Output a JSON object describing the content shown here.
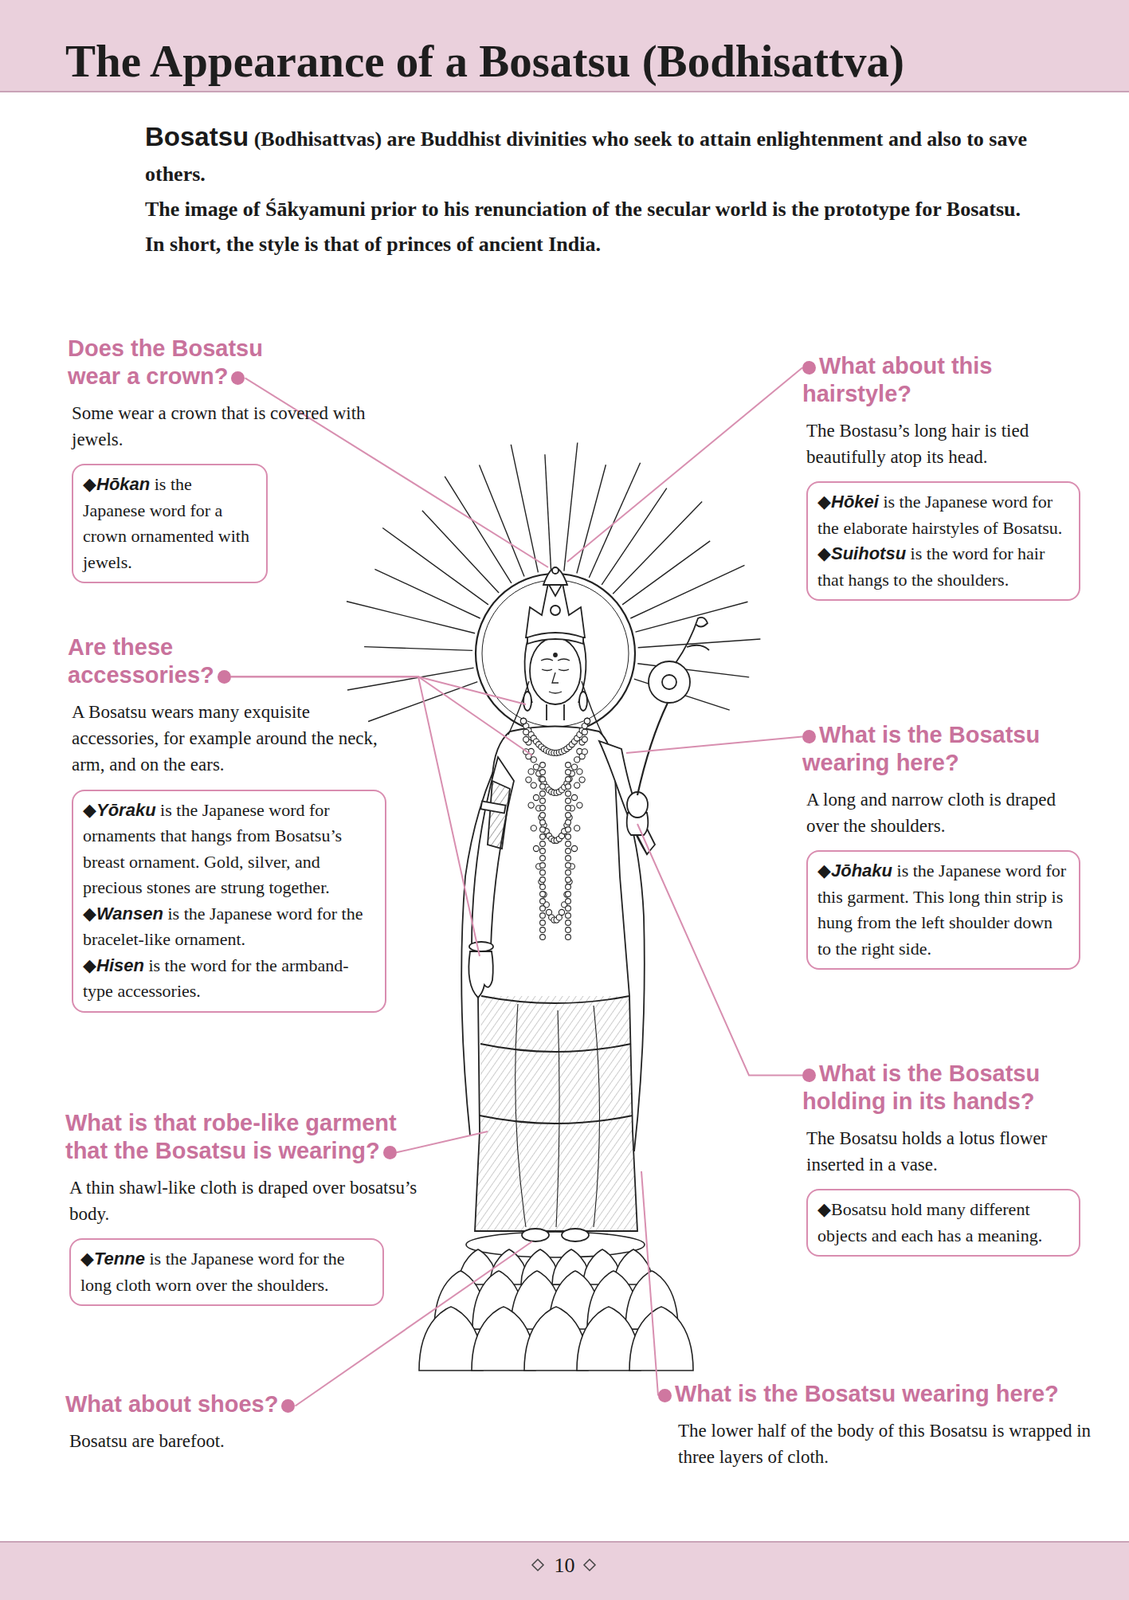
{
  "diagram": {
    "title": "The Appearance of a Bosatsu (Bodhisattva)",
    "nodes": [
      {
        "text": [
          "◆Hōkan is the Japanese word for a crown ornamented with jewels."
        ]
      },
      {
        "text": [
          "◆Hōkei is the Japanese word for the elaborate hairstyles of Bosatsu.",
          "◆Suihotsu is the word for hair that hangs to the shoulders."
        ]
      },
      {
        "text": [
          "◆Yōraku is the Japanese word for ornaments that hangs from Bosatsu’s breast ornament. Gold, silver, and precious stones are strung together.",
          "◆Wansen is the Japanese word for the bracelet-like ornament.",
          "◆Hisen is the word for the armband-type accessories."
        ]
      },
      {
        "text": [
          "◆Jōhaku is the Japanese word for this garment. This long thin strip is hung from the left shoulder down to the right side."
        ]
      },
      {
        "text": [
          "◆Bosatsu hold many different objects and each has a meaning."
        ]
      },
      {
        "text": [
          "◆Tenne is the Japanese word for the long cloth worn over the shoulders."
        ]
      }
    ],
    "labels": [
      "Bosatsu (Bodhisattvas) are Buddhist divinities who seek to attain enlightenment and also to save others.",
      "The image of Śākyamuni prior to his renunciation of the secular world is the prototype for Bosatsu.",
      "In short, the style is that of princes of ancient India.",
      "Does the Bosatsu wear a crown?",
      "Some wear a crown that is covered with jewels.",
      "What about this hairstyle?",
      "The Bostasu’s long hair is tied beautifully atop its head.",
      "Are these accessories?",
      "A Bosatsu wears many exquisite accessories, for example around the neck, arm, and on the ears.",
      "What is the Bosatsu wearing here?",
      "A long and narrow cloth is draped over the shoulders.",
      "What is that robe-like garment that the Bosatsu is wearing?",
      "A thin shawl-like cloth is draped over bosatsu’s body.",
      "What is the Bosatsu holding in its hands?",
      "The Bosatsu holds a lotus flower inserted in a vase.",
      "What about shoes?",
      "Bosatsu are barefoot.",
      "What is the Bosatsu wearing here?",
      "The lower half of the body of this Bosatsu is wrapped in three layers of cloth.",
      "10"
    ]
  }
}
